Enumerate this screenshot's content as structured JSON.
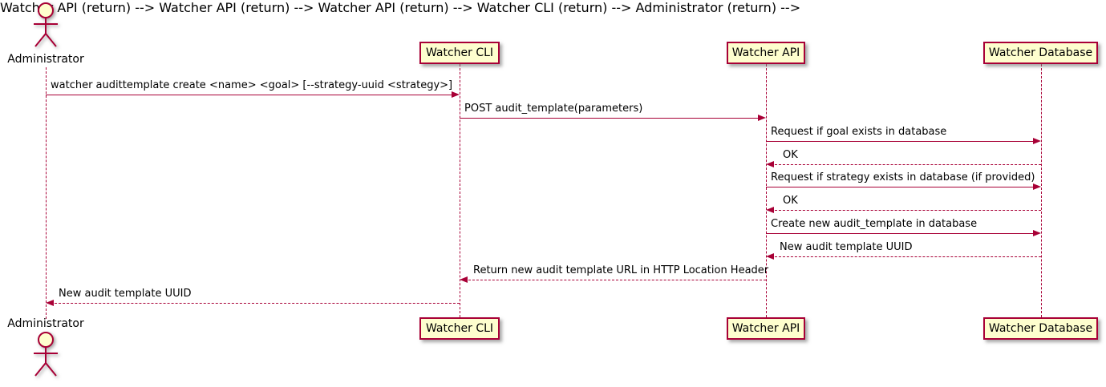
{
  "diagram": {
    "type": "sequence",
    "colors": {
      "accent": "#A80036",
      "participant_fill": "#FEFECE",
      "text": "#000000",
      "background": "#FFFFFF"
    },
    "actors": [
      {
        "name": "Administrator"
      }
    ],
    "participants": [
      {
        "label": "Watcher CLI"
      },
      {
        "label": "Watcher API"
      },
      {
        "label": "Watcher Database"
      }
    ],
    "messages": [
      {
        "from": "Administrator",
        "to": "Watcher CLI",
        "style": "solid",
        "label": "watcher audittemplate create <name> <goal> [--strategy-uuid <strategy>]"
      },
      {
        "from": "Watcher CLI",
        "to": "Watcher API",
        "style": "solid",
        "label": "POST audit_template(parameters)"
      },
      {
        "from": "Watcher API",
        "to": "Watcher Database",
        "style": "solid",
        "label": "Request if goal exists in database"
      },
      {
        "from": "Watcher Database",
        "to": "Watcher API",
        "style": "dashed",
        "label": "OK"
      },
      {
        "from": "Watcher API",
        "to": "Watcher Database",
        "style": "solid",
        "label": "Request if strategy exists in database (if provided)"
      },
      {
        "from": "Watcher Database",
        "to": "Watcher API",
        "style": "dashed",
        "label": "OK"
      },
      {
        "from": "Watcher API",
        "to": "Watcher Database",
        "style": "solid",
        "label": "Create new audit_template in database"
      },
      {
        "from": "Watcher Database",
        "to": "Watcher API",
        "style": "dashed",
        "label": "New audit template UUID"
      },
      {
        "from": "Watcher API",
        "to": "Watcher CLI",
        "style": "dashed",
        "label": "Return new audit template URL in HTTP Location Header"
      },
      {
        "from": "Watcher CLI",
        "to": "Administrator",
        "style": "dashed",
        "label": "New audit template UUID"
      }
    ]
  }
}
